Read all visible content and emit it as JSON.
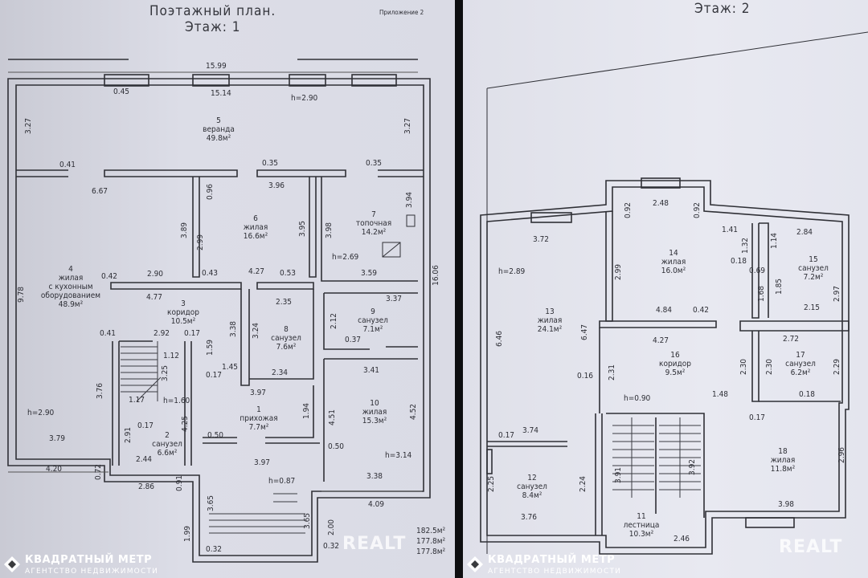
{
  "floor1": {
    "title_line1": "Поэтажный план.",
    "title_line2": "Этаж: 1",
    "appendix": "Приложение 2",
    "rooms": [
      {
        "id": "r5",
        "num": "5",
        "name": "веранда",
        "area": "49.8м²"
      },
      {
        "id": "r4",
        "num": "4",
        "name": "жилая\nс кухонным\nоборудованием",
        "area": "48.9м²"
      },
      {
        "id": "r6",
        "num": "6",
        "name": "жилая",
        "area": "16.6м²"
      },
      {
        "id": "r7",
        "num": "7",
        "name": "топочная",
        "area": "14.2м²"
      },
      {
        "id": "r3",
        "num": "3",
        "name": "коридор",
        "area": "10.5м²"
      },
      {
        "id": "r8",
        "num": "8",
        "name": "санузел",
        "area": "7.6м²"
      },
      {
        "id": "r9",
        "num": "9",
        "name": "санузел",
        "area": "7.1м²"
      },
      {
        "id": "r1",
        "num": "1",
        "name": "прихожая",
        "area": "7.7м²"
      },
      {
        "id": "r10",
        "num": "10",
        "name": "жилая",
        "area": "15.3м²"
      },
      {
        "id": "r2",
        "num": "2",
        "name": "санузел",
        "area": "6.6м²"
      }
    ],
    "dims": [
      "15.99",
      "15.14",
      "0.45",
      "h=2.90",
      "3.27",
      "3.27",
      "0.41",
      "0.35",
      "0.35",
      "6.67",
      "3.96",
      "0.96",
      "3.94",
      "3.89",
      "2.99",
      "3.95",
      "3.98",
      "h=2.69",
      "16.06",
      "0.42",
      "2.90",
      "0.43",
      "4.27",
      "0.53",
      "3.59",
      "9.78",
      "4.77",
      "2.35",
      "3.37",
      "0.41",
      "2.92",
      "0.17",
      "3.38",
      "3.24",
      "2.12",
      "0.37",
      "1.12",
      "3.25",
      "1.59",
      "3.41",
      "3.76",
      "1.17",
      "h=1.60",
      "0.17",
      "1.45",
      "2.34",
      "3.97",
      "1.94",
      "h=2.90",
      "4.51",
      "4.52",
      "2.91",
      "0.17",
      "4.25",
      "0.50",
      "0.50",
      "3.79",
      "2.44",
      "3.97",
      "h=3.14",
      "4.20",
      "0.72",
      "2.86",
      "h=0.87",
      "3.38",
      "0.91",
      "3.65",
      "3.65",
      "2.00",
      "4.09",
      "1.99",
      "0.32",
      "0.32"
    ],
    "totals": [
      "182.5м²",
      "177.8м²",
      "177.8м²"
    ]
  },
  "floor2": {
    "title": "Этаж: 2",
    "rooms": [
      {
        "id": "r13",
        "num": "13",
        "name": "жилая",
        "area": "24.1м²"
      },
      {
        "id": "r14",
        "num": "14",
        "name": "жилая",
        "area": "16.0м²"
      },
      {
        "id": "r15",
        "num": "15",
        "name": "санузел",
        "area": "7.2м²"
      },
      {
        "id": "r16",
        "num": "16",
        "name": "коридор",
        "area": "9.5м²"
      },
      {
        "id": "r17",
        "num": "17",
        "name": "санузел",
        "area": "6.2м²"
      },
      {
        "id": "r12",
        "num": "12",
        "name": "санузел",
        "area": "8.4м²"
      },
      {
        "id": "r11",
        "num": "11",
        "name": "лестница",
        "area": "10.3м²"
      },
      {
        "id": "r18",
        "num": "18",
        "name": "жилая",
        "area": "11.8м²"
      }
    ],
    "dims": [
      "2.48",
      "0.92",
      "0.92",
      "3.72",
      "1.41",
      "2.84",
      "1.14",
      "1.32",
      "h=2.89",
      "2.99",
      "0.18",
      "0.69",
      "1.85",
      "2.97",
      "6.46",
      "6.47",
      "1.68",
      "4.84",
      "0.42",
      "2.15",
      "4.27",
      "2.72",
      "2.31",
      "2.30",
      "2.30",
      "2.29",
      "0.16",
      "1.48",
      "0.18",
      "h=0.90",
      "0.17",
      "0.17",
      "3.74",
      "3.91",
      "3.92",
      "2.96",
      "2.25",
      "2.24",
      "3.98",
      "3.76",
      "2.46"
    ]
  },
  "watermarks": {
    "brand_line1": "КВАДРАТНЫЙ МЕТР",
    "brand_line2": "АГЕНТСТВО НЕДВИЖИМОСТИ",
    "realt": "REALT"
  }
}
